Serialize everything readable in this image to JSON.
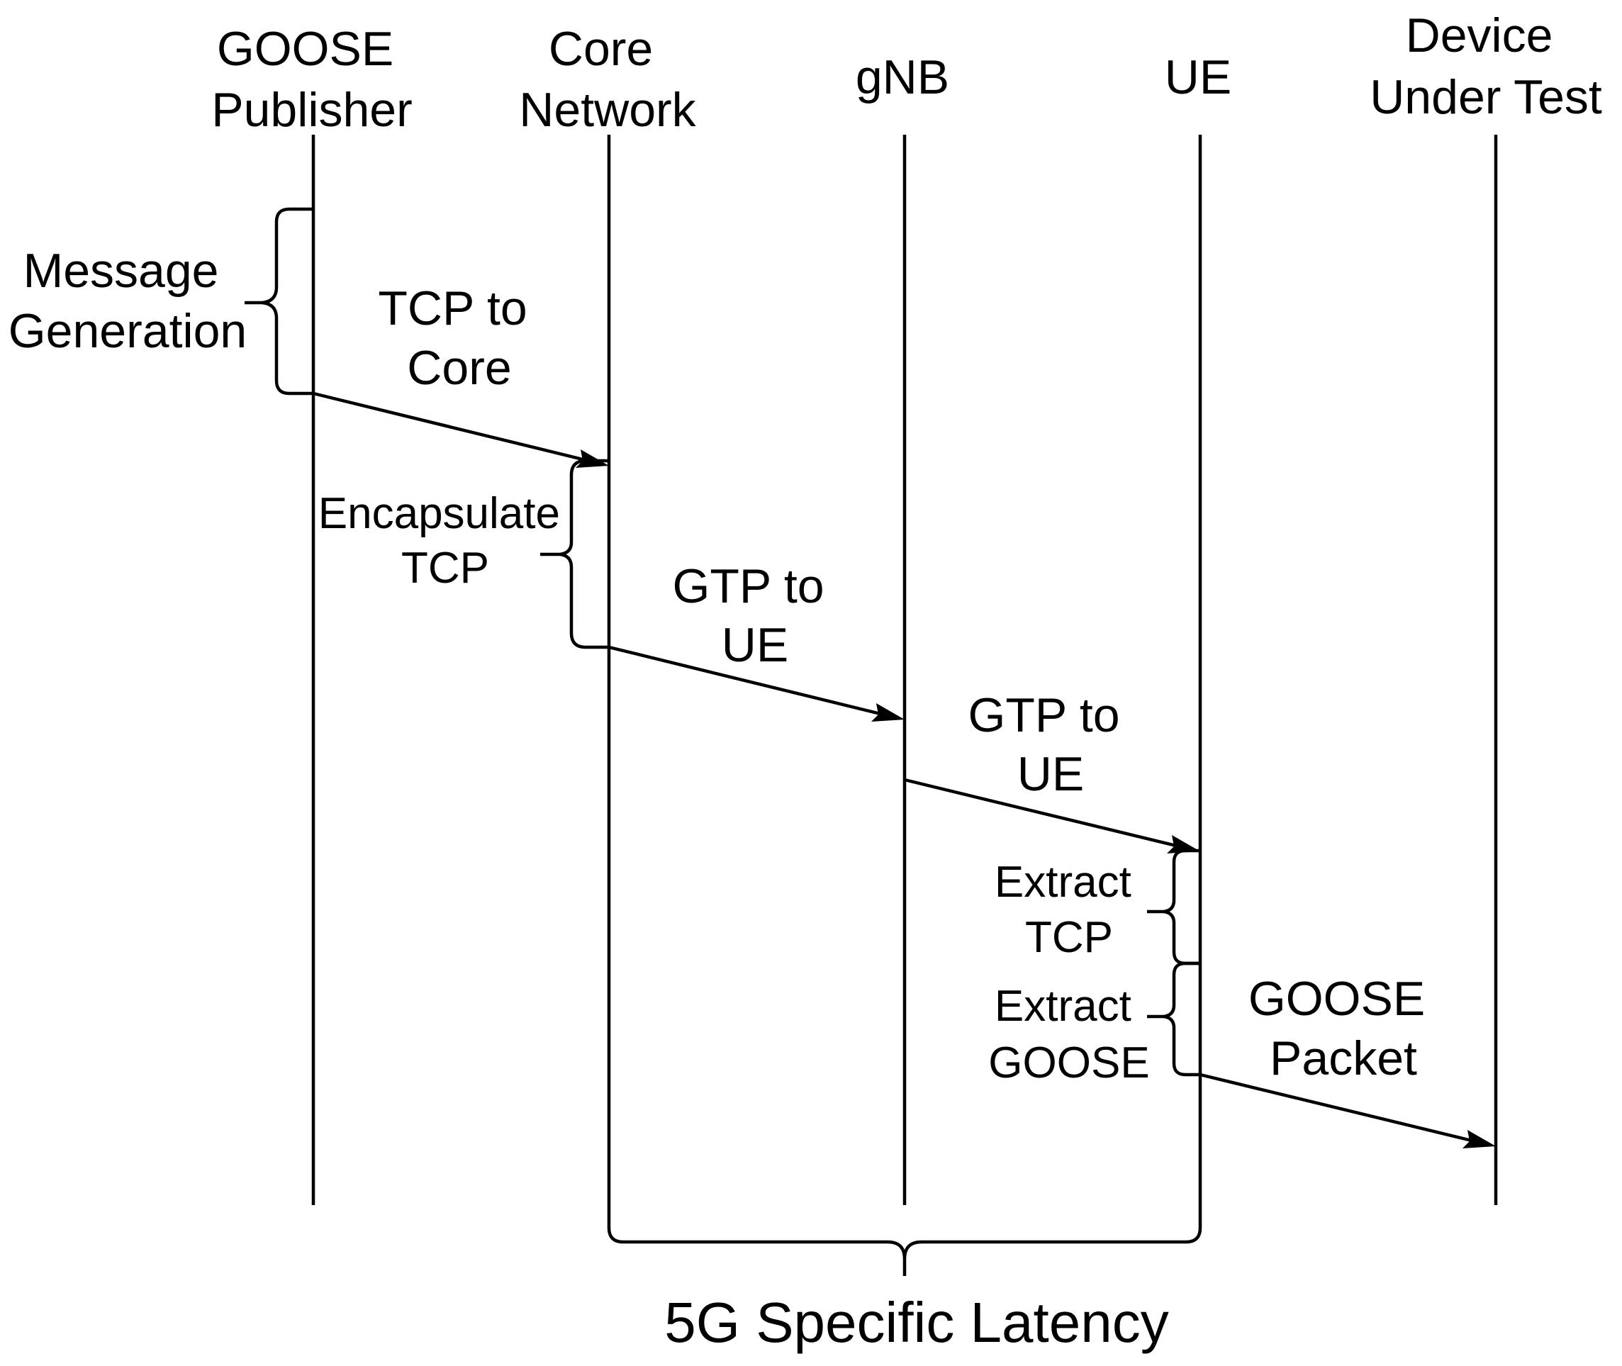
{
  "lifelines": [
    {
      "id": "goose-publisher",
      "label_lines": [
        "GOOSE",
        "Publisher"
      ]
    },
    {
      "id": "core-network",
      "label_lines": [
        "Core",
        "Network"
      ]
    },
    {
      "id": "gnb",
      "label_lines": [
        "gNB"
      ]
    },
    {
      "id": "ue",
      "label_lines": [
        "UE"
      ]
    },
    {
      "id": "device-under-test",
      "label_lines": [
        "Device",
        "Under Test"
      ]
    }
  ],
  "messages": [
    {
      "id": "tcp-to-core",
      "from": "goose-publisher",
      "to": "core-network",
      "label_lines": [
        "TCP to",
        "Core"
      ]
    },
    {
      "id": "gtp-to-ue-1",
      "from": "core-network",
      "to": "gnb",
      "label_lines": [
        "GTP to",
        "UE"
      ]
    },
    {
      "id": "gtp-to-ue-2",
      "from": "gnb",
      "to": "ue",
      "label_lines": [
        "GTP to",
        "UE"
      ]
    },
    {
      "id": "goose-packet",
      "from": "ue",
      "to": "device-under-test",
      "label_lines": [
        "GOOSE",
        "Packet"
      ]
    }
  ],
  "processing_steps": [
    {
      "id": "message-generation",
      "lifeline": "goose-publisher",
      "label_lines": [
        "Message",
        "Generation"
      ]
    },
    {
      "id": "encapsulate-tcp",
      "lifeline": "core-network",
      "label_lines": [
        "Encapsulate",
        "TCP"
      ]
    },
    {
      "id": "extract-tcp",
      "lifeline": "ue",
      "label_lines": [
        "Extract",
        "TCP"
      ]
    },
    {
      "id": "extract-goose",
      "lifeline": "ue",
      "label_lines": [
        "Extract",
        "GOOSE"
      ]
    }
  ],
  "span_brace": {
    "from": "core-network",
    "to": "ue",
    "label": "5G Specific Latency"
  }
}
